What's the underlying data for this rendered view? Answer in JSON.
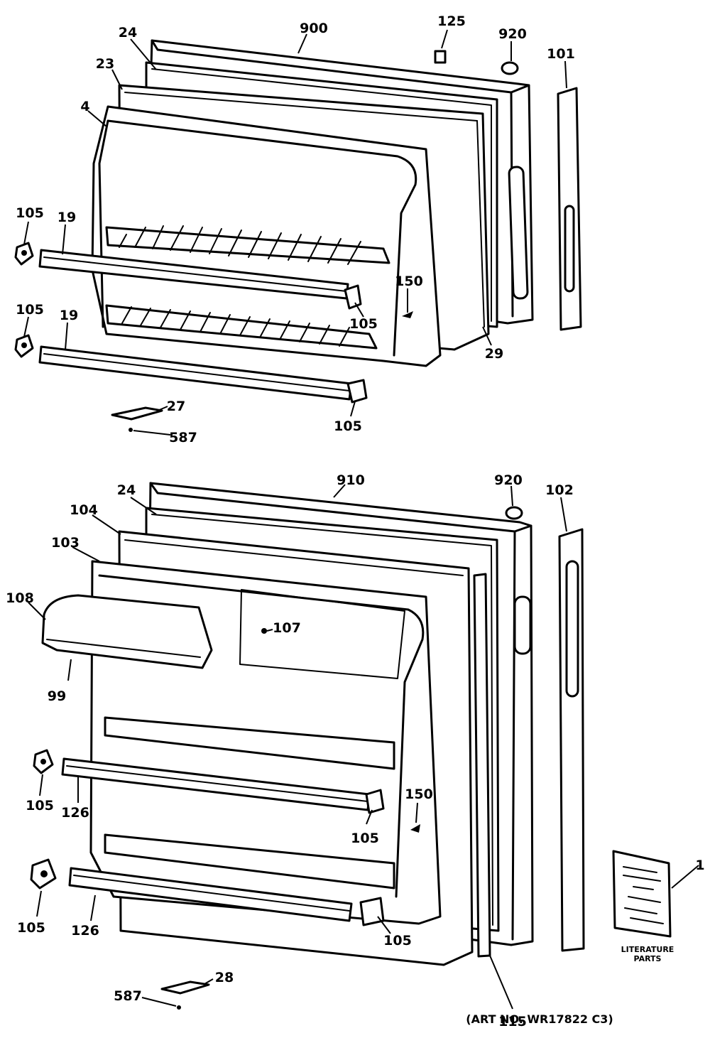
{
  "callouts": {
    "c900": "900",
    "c125": "125",
    "c920a": "920",
    "c101": "101",
    "c24a": "24",
    "c23": "23",
    "c4": "4",
    "c105a": "105",
    "c19a": "19",
    "c105b": "105",
    "c19b": "19",
    "c150a": "150",
    "c105c": "105",
    "c29": "29",
    "c105d": "105",
    "c27": "27",
    "c587a": "587",
    "c910": "910",
    "c920b": "920",
    "c102": "102",
    "c24b": "24",
    "c104": "104",
    "c103": "103",
    "c108": "108",
    "c107": "107",
    "c99": "99",
    "c105e": "105",
    "c126a": "126",
    "c150b": "150",
    "c105f": "105",
    "c105g": "105",
    "c126b": "126",
    "c105h": "105",
    "c115": "115",
    "c1": "1",
    "c28": "28",
    "c587b": "587"
  },
  "literature_label_1": "LITERATURE",
  "literature_label_2": "PARTS",
  "art_number": "(ART NO. WR17822 C3)"
}
